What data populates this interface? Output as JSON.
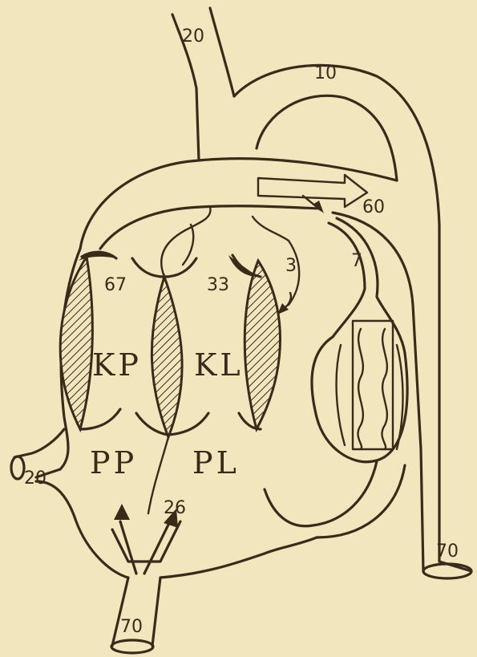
{
  "labels": {
    "svc_top": "20",
    "aortic_arch": "10",
    "ductus": "60",
    "pct_left": "67",
    "pct_mid": "33",
    "small_3": "3",
    "small_7": "7",
    "kp": "KP",
    "kl": "KL",
    "pp": "PP",
    "pl": "PL",
    "left_vein": "20",
    "ivc_26": "26",
    "ivc_bottom": "70",
    "aorta_bottom": "70"
  },
  "colors": {
    "background": "#f2e6bf",
    "ink": "#3a2a1a"
  }
}
